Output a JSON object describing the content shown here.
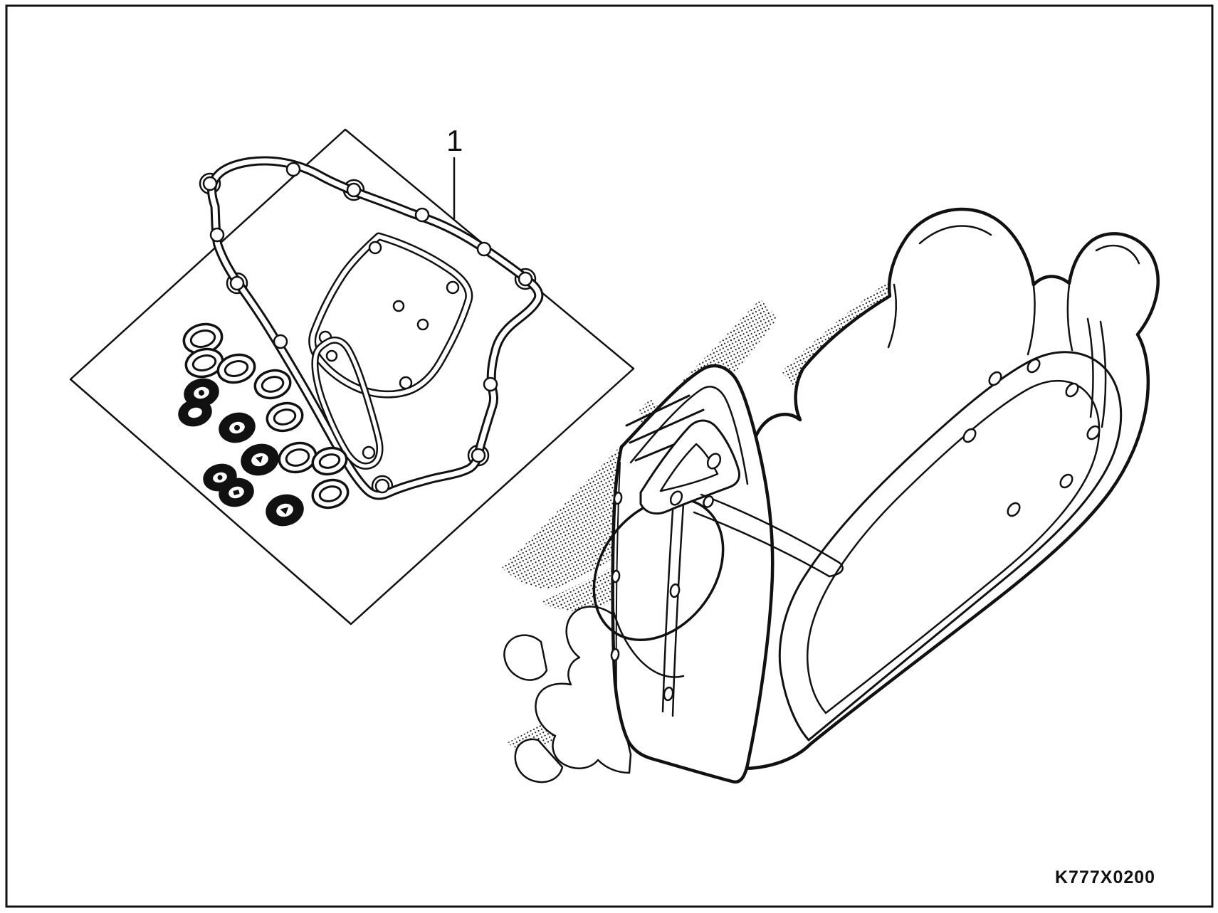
{
  "diagram": {
    "part_callout": {
      "label": "1"
    },
    "drawing_code": "K777X0200",
    "colors": {
      "line": "#111111",
      "background": "#ffffff",
      "halftone_dots": "#111111"
    },
    "components": {
      "sheet": "gasket-kit-sheet",
      "main_gasket": "crankcase-cover-gasket",
      "inner_gasket": "cover-sub-gasket",
      "small_gasket": "breather-sub-gasket",
      "o_ring_count": 8,
      "oil_seal_count": 7,
      "engine": "engine-crankcase-assembly",
      "cover": "transmission-side-cover",
      "watermark": "honda-wing-halftone"
    }
  }
}
